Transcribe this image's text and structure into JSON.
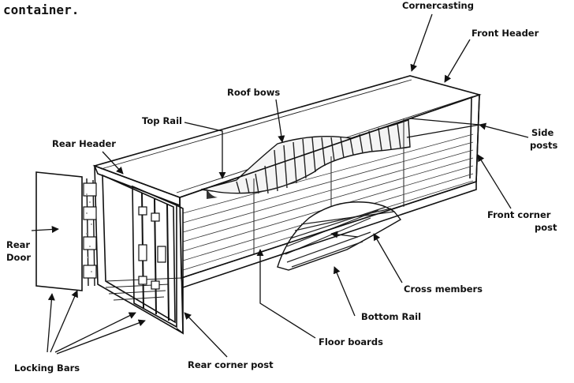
{
  "caption_fragment": "container.",
  "labels": {
    "cornercasting": "Cornercasting",
    "front_header": "Front Header",
    "roof_bows": "Roof bows",
    "top_rail": "Top Rail",
    "side_posts_1": "Side",
    "side_posts_2": "posts",
    "rear_header": "Rear Header",
    "front_corner_post_1": "Front corner",
    "front_corner_post_2": "post",
    "rear_door_1": "Rear",
    "rear_door_2": "Door",
    "cross_members": "Cross members",
    "bottom_rail": "Bottom Rail",
    "floor_boards": "Floor boards",
    "rear_corner_post": "Rear corner post",
    "locking_bars": "Locking Bars"
  }
}
